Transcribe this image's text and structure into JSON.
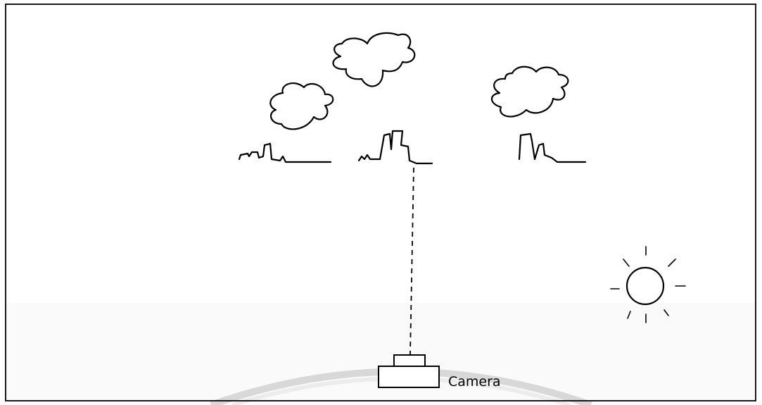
{
  "diagram": {
    "camera_label": "Camera",
    "elements": [
      "cloud-icon",
      "cloud-icon",
      "cloud-icon",
      "skyline-icon",
      "skyline-icon",
      "skyline-icon",
      "sun-icon",
      "camera-icon",
      "sight-line",
      "horizon-arc"
    ]
  }
}
